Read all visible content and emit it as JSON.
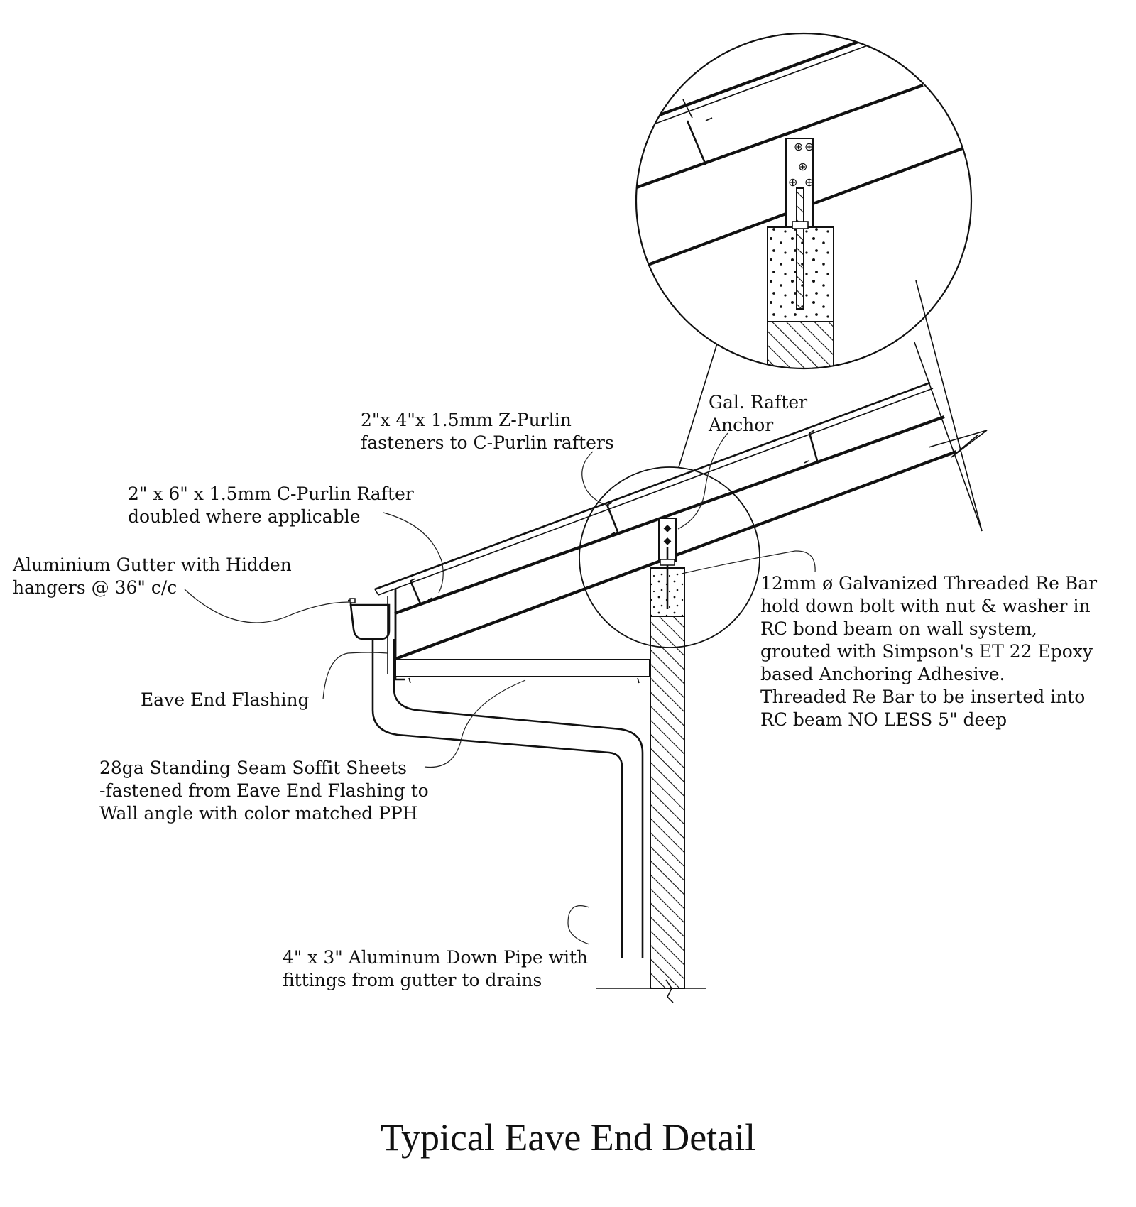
{
  "title": "Typical Eave End Detail",
  "labels": {
    "z_purlin": [
      "2\"x 4\"x 1.5mm Z-Purlin",
      "fasteners to C-Purlin rafters"
    ],
    "c_purlin": [
      "2\" x 6\" x 1.5mm C-Purlin Rafter",
      "doubled where applicable"
    ],
    "gutter": [
      "Aluminium Gutter with Hidden",
      "hangers @ 36\" c/c"
    ],
    "flashing": [
      "Eave End Flashing"
    ],
    "soffit": [
      "28ga Standing Seam Soffit Sheets",
      "-fastened from Eave End Flashing to",
      "Wall angle with color matched PPH"
    ],
    "down_pipe": [
      "4\" x 3\"  Aluminum Down Pipe with",
      "fittings from gutter to drains"
    ],
    "anchor": [
      "Gal. Rafter",
      "Anchor"
    ],
    "rebar": [
      "12mm ø Galvanized Threaded Re Bar",
      "hold down bolt with nut & washer in",
      "RC bond beam on wall system,",
      "grouted with Simpson's ET 22 Epoxy",
      "based Anchoring Adhesive.",
      "Threaded Re Bar to be inserted into",
      "RC beam NO LESS 5\" deep"
    ]
  }
}
